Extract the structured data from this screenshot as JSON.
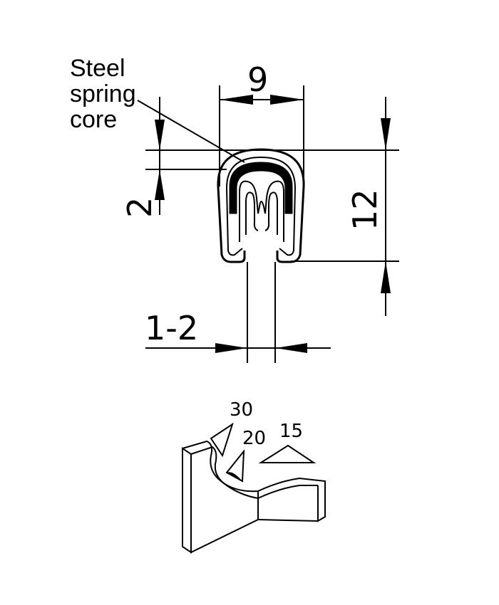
{
  "callout": {
    "line1": "Steel",
    "line2": "spring",
    "line3": "core"
  },
  "dimensions": {
    "width": "9",
    "height": "12",
    "core_offset": "2",
    "grip_range": "1-2"
  },
  "angles": {
    "a30": "30",
    "a20": "20",
    "a15": "15"
  },
  "colors": {
    "ink": "#000000",
    "background": "#ffffff"
  }
}
